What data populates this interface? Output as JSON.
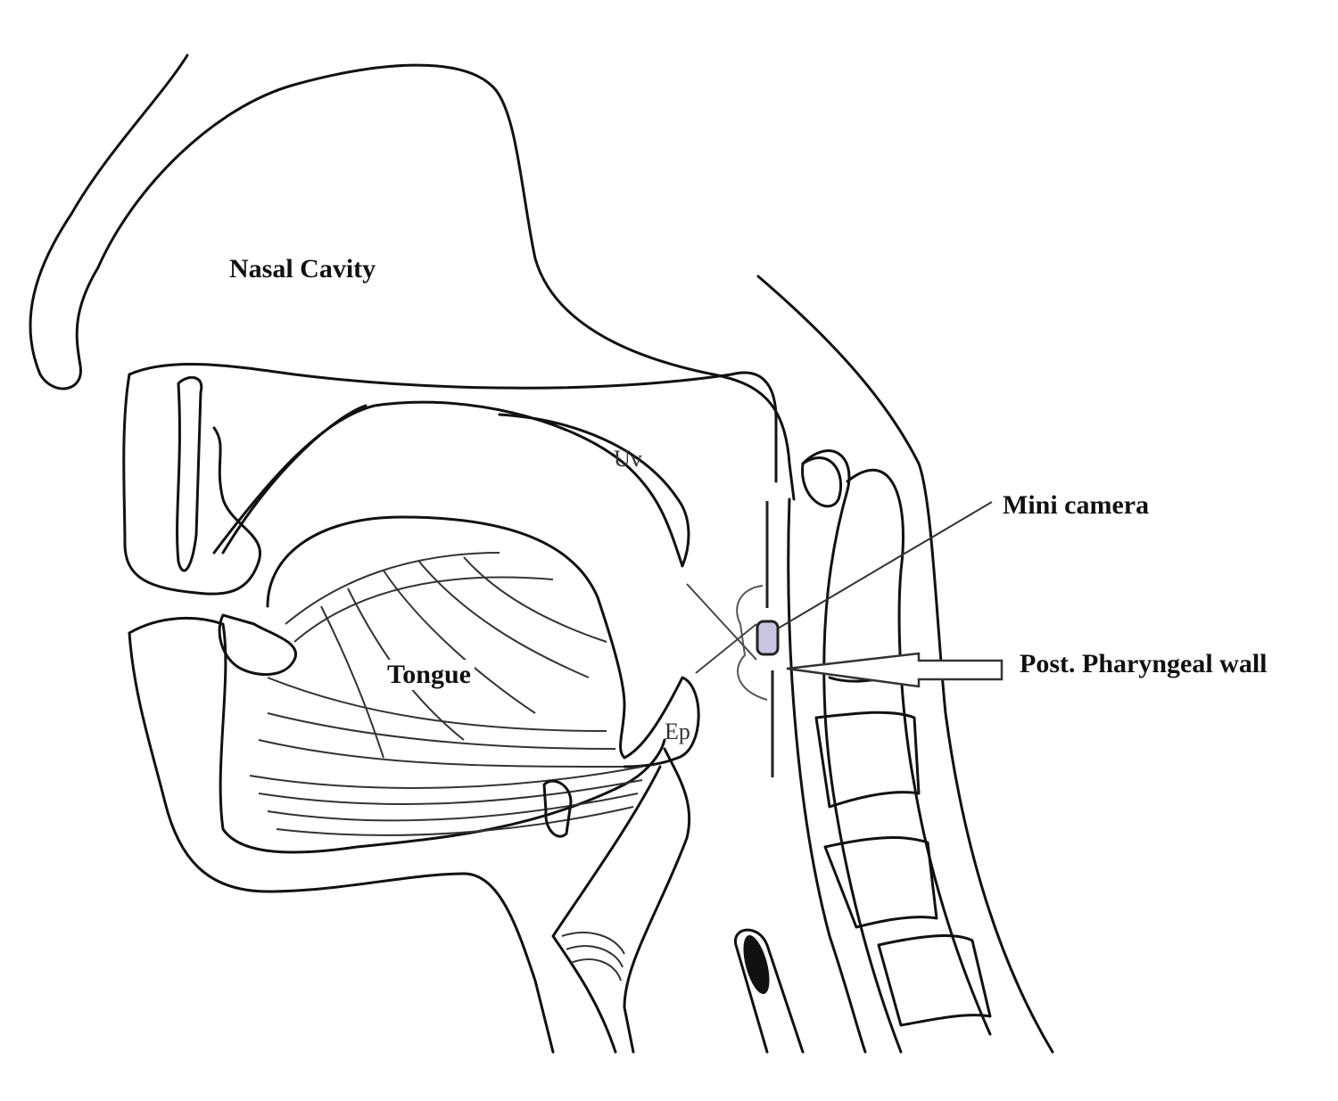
{
  "title": "Sagittal view of head and neck with mini camera",
  "labels": {
    "nasal_cavity": "Nasal Cavity",
    "uvula": "Uv",
    "tongue": "Tongue",
    "epiglottis": "Ep",
    "mini_camera": "Mini camera",
    "post_pharyngeal_wall": "Post. Pharyngeal wall"
  },
  "colors": {
    "line": "#111111",
    "camera": "#c9c4e2",
    "background": "#ffffff"
  }
}
